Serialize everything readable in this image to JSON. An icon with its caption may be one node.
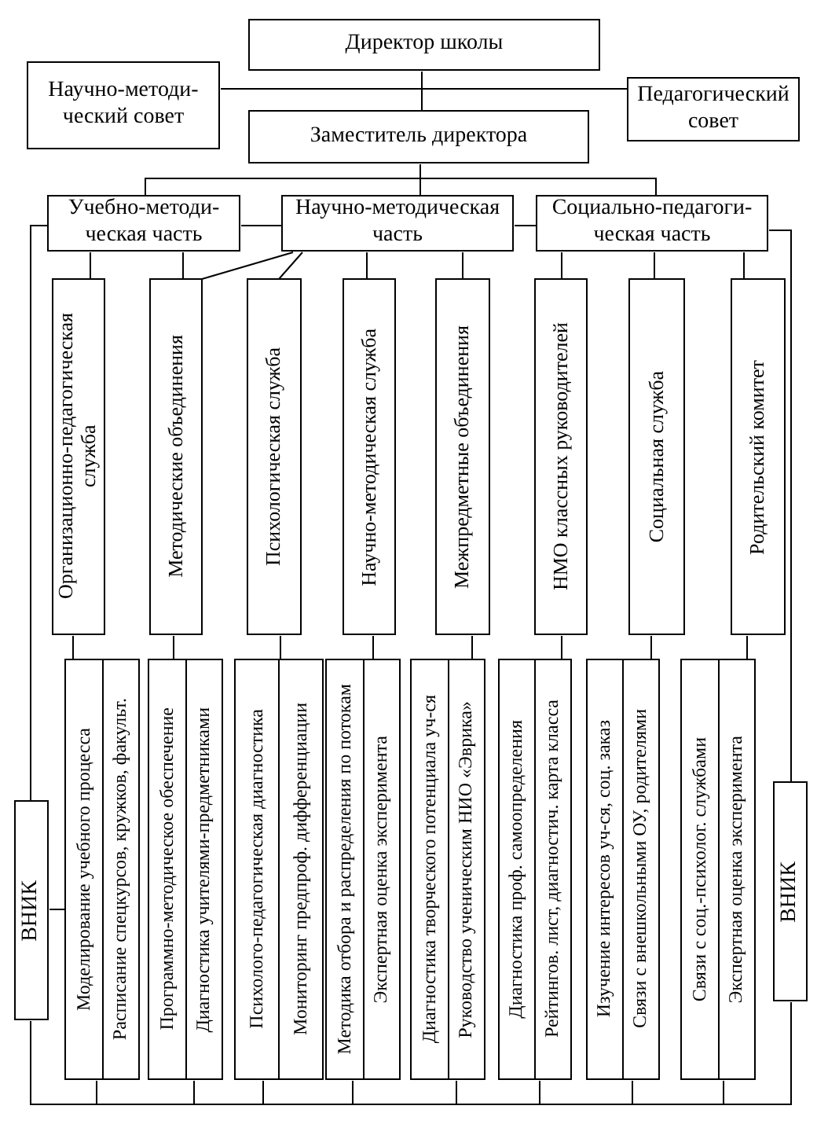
{
  "diagram": {
    "nodes": [
      {
        "text": [
          "Директор школы"
        ]
      },
      {
        "text": [
          "Научно-методи- ческий совет"
        ]
      },
      {
        "text": [
          "Педагогический совет"
        ]
      },
      {
        "text": [
          "Заместитель директора"
        ]
      },
      {
        "text": [
          "Учебно-методи- ческая часть"
        ]
      },
      {
        "text": [
          "Научно-методическая часть"
        ]
      },
      {
        "text": [
          "Социально-педагоги- ческая часть"
        ]
      },
      {
        "text": [
          "Организационно-педагогическая служба"
        ]
      },
      {
        "text": [
          "Методические объединения"
        ]
      },
      {
        "text": [
          "Психологическая служба"
        ]
      },
      {
        "text": [
          "Научно-методическая служба"
        ]
      },
      {
        "text": [
          "Межпредметные объединения"
        ]
      },
      {
        "text": [
          "НМО классных руководителей"
        ]
      },
      {
        "text": [
          "Социальная служба"
        ]
      },
      {
        "text": [
          "Родительский комитет"
        ]
      },
      {
        "text": [
          "ВНИК"
        ]
      },
      {
        "text": [
          "Моделирование учебного процесса",
          "Расписание спецкурсов, кружков, факульт."
        ]
      },
      {
        "text": [
          "Программно-методическое обеспечение",
          "Диагностика учителями-предметниками"
        ]
      },
      {
        "text": [
          "Психолого-педагогическая диагностика",
          "Мониторинг предпроф. дифференциации"
        ]
      },
      {
        "text": [
          "Методика отбора и распределения по потокам",
          "Экспертная оценка эксперимента"
        ]
      },
      {
        "text": [
          "Диагностика творческого потенциала уч-ся",
          "Руководство ученическим НИО «Эврика»"
        ]
      },
      {
        "text": [
          "Диагностика проф. самоопределения",
          "Рейтингов. лист, диагностич. карта класса"
        ]
      },
      {
        "text": [
          "Изучение интересов уч-ся, соц. заказ",
          "Связи с внешкольными ОУ, родителями"
        ]
      },
      {
        "text": [
          "Связи с соц.-психолог. службами",
          "Экспертная оценка эксперимента"
        ]
      },
      {
        "text": [
          "ВНИК"
        ]
      }
    ],
    "edges": [
      {
        "from": 0,
        "to": 1,
        "arrow": "none"
      },
      {
        "from": 0,
        "to": 2,
        "arrow": "none"
      },
      {
        "from": 0,
        "to": 3,
        "arrow": "none"
      },
      {
        "from": 3,
        "to": 4,
        "arrow": "none"
      },
      {
        "from": 3,
        "to": 5,
        "arrow": "none"
      },
      {
        "from": 3,
        "to": 6,
        "arrow": "none"
      },
      {
        "from": 4,
        "to": 5,
        "arrow": "none"
      },
      {
        "from": 5,
        "to": 6,
        "arrow": "none"
      },
      {
        "from": 4,
        "to": 7,
        "arrow": "none"
      },
      {
        "from": 4,
        "to": 8,
        "arrow": "none"
      },
      {
        "from": 5,
        "to": 8,
        "arrow": "none"
      },
      {
        "from": 5,
        "to": 9,
        "arrow": "none"
      },
      {
        "from": 5,
        "to": 10,
        "arrow": "none"
      },
      {
        "from": 5,
        "to": 11,
        "arrow": "none"
      },
      {
        "from": 6,
        "to": 12,
        "arrow": "none"
      },
      {
        "from": 6,
        "to": 13,
        "arrow": "none"
      },
      {
        "from": 6,
        "to": 14,
        "arrow": "none"
      },
      {
        "from": 7,
        "to": 16,
        "arrow": "none"
      },
      {
        "from": 8,
        "to": 17,
        "arrow": "none"
      },
      {
        "from": 9,
        "to": 18,
        "arrow": "none"
      },
      {
        "from": 10,
        "to": 19,
        "arrow": "none"
      },
      {
        "from": 11,
        "to": 20,
        "arrow": "none"
      },
      {
        "from": 12,
        "to": 21,
        "arrow": "none"
      },
      {
        "from": 13,
        "to": 22,
        "arrow": "none"
      },
      {
        "from": 14,
        "to": 23,
        "arrow": "none"
      },
      {
        "from": 4,
        "to": 15,
        "arrow": "none"
      },
      {
        "from": 6,
        "to": 24,
        "arrow": "none"
      },
      {
        "from": 15,
        "to": 16,
        "arrow": "none"
      },
      {
        "from": 16,
        "to": 15,
        "arrow": "none"
      },
      {
        "from": 17,
        "to": 15,
        "arrow": "none"
      },
      {
        "from": 18,
        "to": 15,
        "arrow": "none"
      },
      {
        "from": 19,
        "to": 15,
        "arrow": "none"
      },
      {
        "from": 20,
        "to": 15,
        "arrow": "none"
      },
      {
        "from": 21,
        "to": 15,
        "arrow": "none"
      },
      {
        "from": 22,
        "to": 15,
        "arrow": "none"
      },
      {
        "from": 23,
        "to": 15,
        "arrow": "none"
      },
      {
        "from": 16,
        "to": 24,
        "arrow": "none"
      },
      {
        "from": 17,
        "to": 24,
        "arrow": "none"
      },
      {
        "from": 18,
        "to": 24,
        "arrow": "none"
      },
      {
        "from": 19,
        "to": 24,
        "arrow": "none"
      },
      {
        "from": 20,
        "to": 24,
        "arrow": "none"
      },
      {
        "from": 21,
        "to": 24,
        "arrow": "none"
      },
      {
        "from": 22,
        "to": 24,
        "arrow": "none"
      },
      {
        "from": 23,
        "to": 24,
        "arrow": "none"
      }
    ]
  }
}
